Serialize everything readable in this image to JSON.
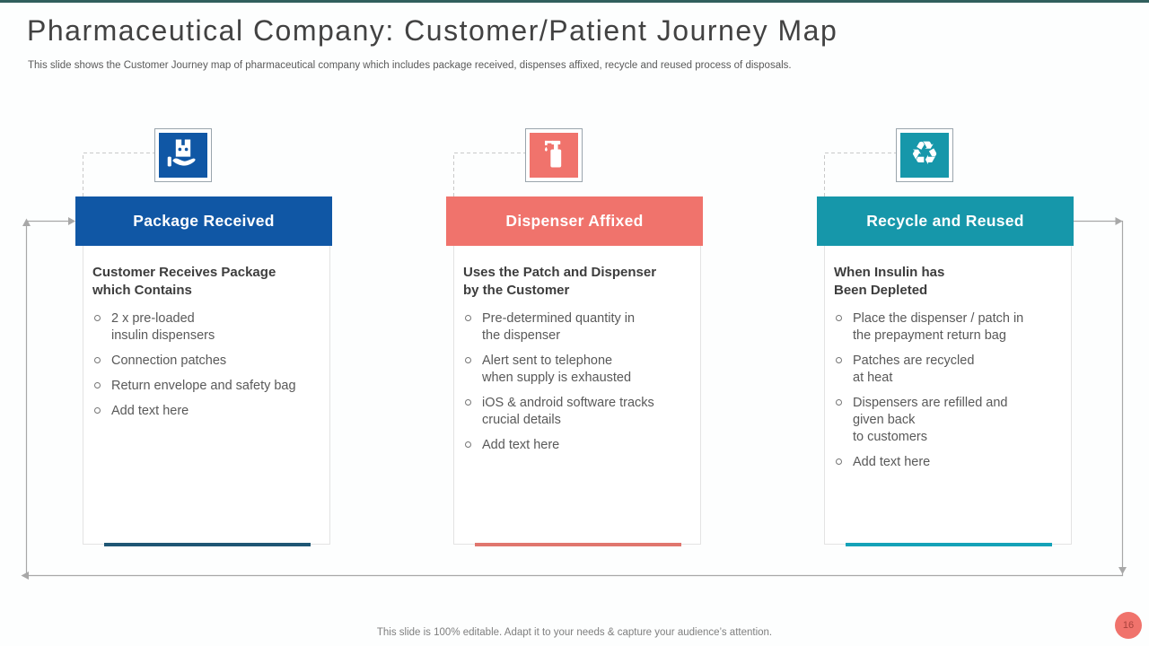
{
  "slide": {
    "title": "Pharmaceutical Company: Customer/Patient Journey Map",
    "subtitle": "This slide shows the Customer Journey map of pharmaceutical company which includes package received, dispenses affixed, recycle and reused process of disposals.",
    "footer": "This slide is 100% editable. Adapt it to your needs & capture your audience’s attention.",
    "page_number": "16"
  },
  "colors": {
    "top_line": "#315f5d",
    "stage_blue": "#1057A5",
    "stage_salmon": "#F0736C",
    "stage_teal": "#1697AA",
    "bar_blue": "#1f5674",
    "bar_salmon": "#e0766e",
    "bar_teal": "#14a2b8",
    "arrow_gray": "#a8a8a8"
  },
  "icons": {
    "recycle_glyph": "♻"
  },
  "stages": [
    {
      "title": "Package Received",
      "heading": "Customer Receives Package\nwhich Contains",
      "bullets": [
        "2 x pre-loaded\ninsulin dispensers",
        "Connection patches",
        "Return envelope and safety bag",
        "Add text here"
      ]
    },
    {
      "title": "Dispenser Affixed",
      "heading": "Uses the Patch and Dispenser\nby the Customer",
      "bullets": [
        "Pre-determined quantity in\nthe dispenser",
        "Alert sent to telephone\nwhen supply is exhausted",
        "iOS & android software tracks\ncrucial details",
        "Add text here"
      ]
    },
    {
      "title": "Recycle and Reused",
      "heading": "When Insulin has\nBeen Depleted",
      "bullets": [
        "Place the dispenser / patch in\nthe prepayment return bag",
        "Patches are recycled\nat heat",
        "Dispensers are refilled and\ngiven back\nto customers",
        "Add text here"
      ]
    }
  ]
}
